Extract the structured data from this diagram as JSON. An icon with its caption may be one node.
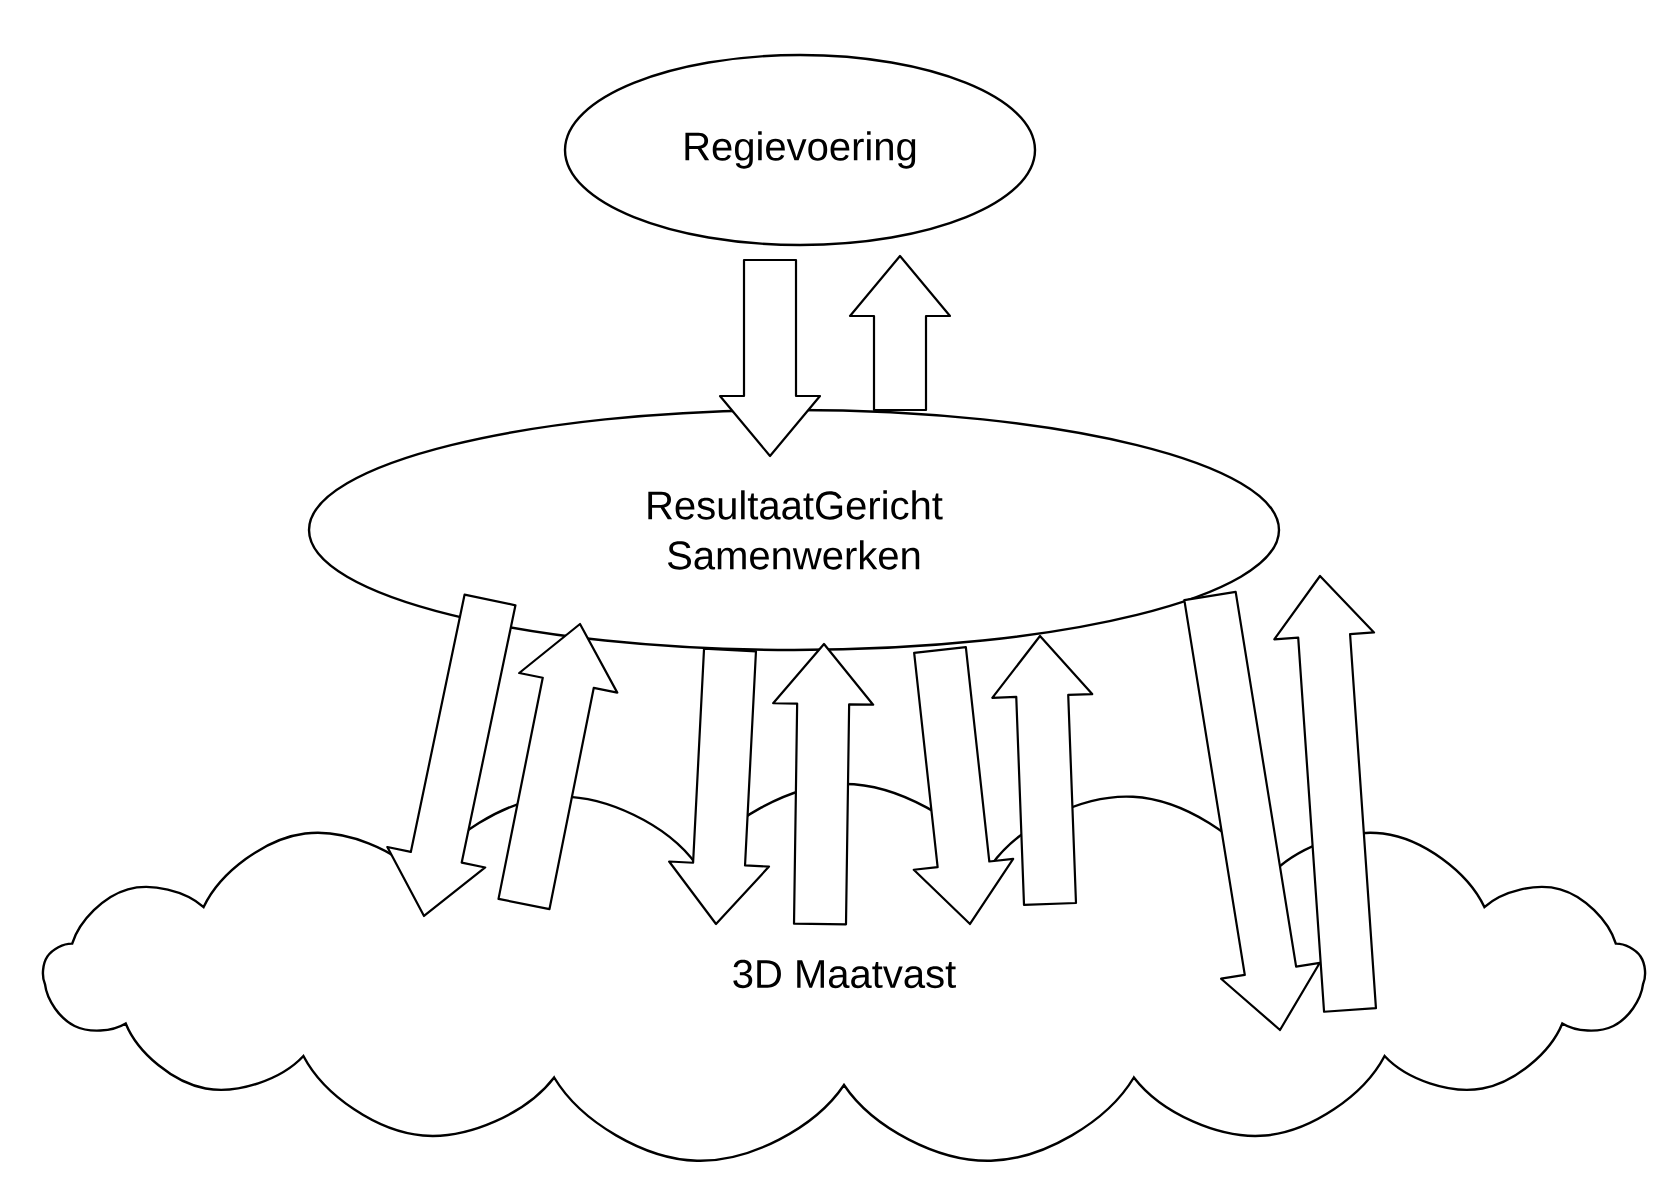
{
  "diagram": {
    "nodes": [
      {
        "text": [
          "Regievoering"
        ]
      },
      {
        "text": [
          "ResultaatGericht Samenwerken"
        ]
      },
      {
        "text": [
          "3D Maatvast"
        ]
      }
    ],
    "edges": [
      {
        "from": 0,
        "to": 1,
        "arrow": "to"
      },
      {
        "from": 1,
        "to": 0,
        "arrow": "to"
      },
      {
        "from": 1,
        "to": 2,
        "arrow": "to"
      },
      {
        "from": 2,
        "to": 1,
        "arrow": "to"
      },
      {
        "from": 1,
        "to": 2,
        "arrow": "to"
      },
      {
        "from": 2,
        "to": 1,
        "arrow": "to"
      },
      {
        "from": 1,
        "to": 2,
        "arrow": "to"
      },
      {
        "from": 2,
        "to": 1,
        "arrow": "to"
      },
      {
        "from": 1,
        "to": 2,
        "arrow": "to"
      },
      {
        "from": 2,
        "to": 1,
        "arrow": "to"
      }
    ]
  }
}
